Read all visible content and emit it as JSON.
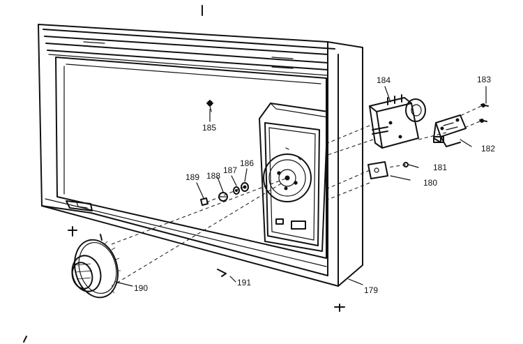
{
  "labels": {
    "p179": "179",
    "p180": "180",
    "p181": "181",
    "p182": "182",
    "p183": "183",
    "p184": "184",
    "p185": "185",
    "p186": "186",
    "p187": "187",
    "p188": "188",
    "p189": "189",
    "p190": "190",
    "p191": "191"
  }
}
